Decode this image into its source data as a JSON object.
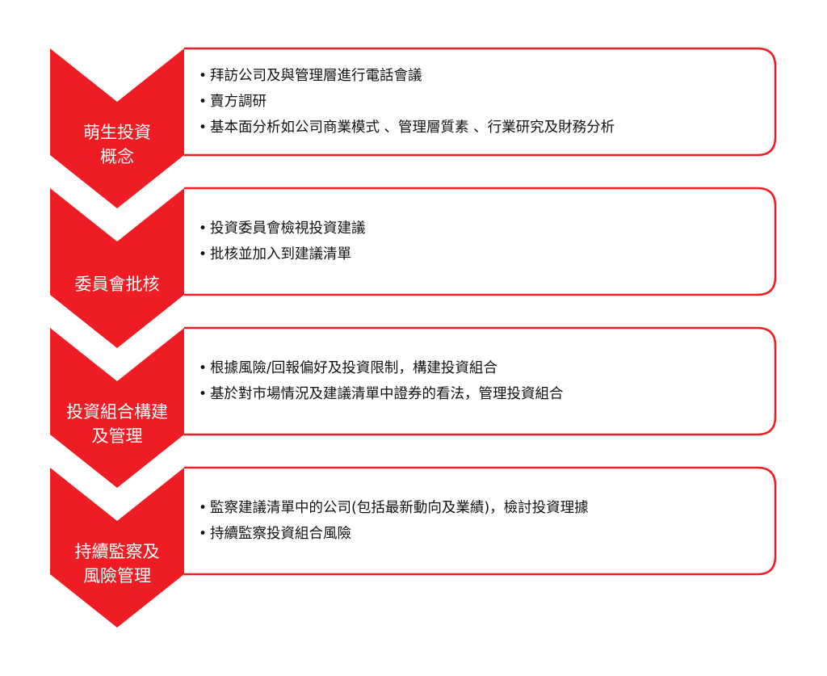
{
  "colors": {
    "accent": "#ee1d23",
    "box_fill": "#ffffff",
    "text": "#111111",
    "label_text": "#ffffff"
  },
  "stages": [
    {
      "label": "萌生投資\n概念",
      "bullets": [
        "拜訪公司及與管理層進行電話會議",
        "賣方調研",
        "基本面分析如公司商業模式 、管理層質素 、行業研究及財務分析"
      ]
    },
    {
      "label": "委員會批核",
      "bullets": [
        "投資委員會檢視投資建議",
        "批核並加入到建議清單"
      ]
    },
    {
      "label": "投資組合構建\n及管理",
      "bullets": [
        "根據風險/回報偏好及投資限制，構建投資組合",
        "基於對市場情況及建議清單中證券的看法，管理投資組合"
      ]
    },
    {
      "label": "持續監察及\n風險管理",
      "bullets": [
        "監察建議清單中的公司(包括最新動向及業績)，檢討投資理據",
        "持續監察投資組合風險"
      ]
    }
  ]
}
